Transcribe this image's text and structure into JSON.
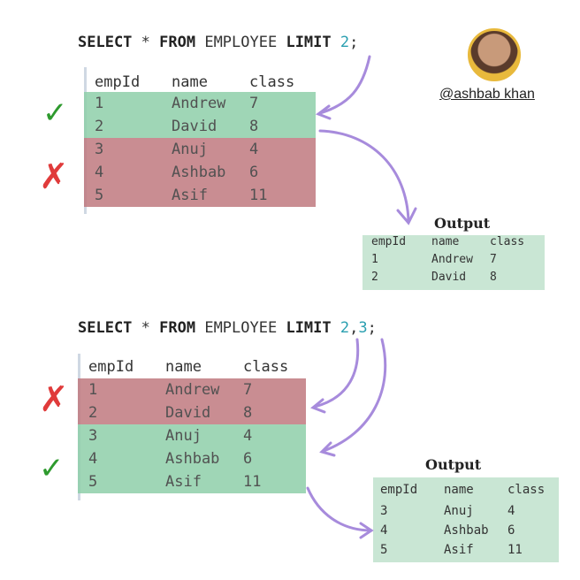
{
  "author": {
    "handle": "@ashbab khan"
  },
  "query1": {
    "select": "SELECT",
    "star": " * ",
    "from": "FROM",
    "table": " EMPLOYEE ",
    "limit": "LIMIT",
    "sp": " ",
    "args": "2",
    "semi": ";"
  },
  "query2": {
    "select": "SELECT",
    "star": " * ",
    "from": "FROM",
    "table": " EMPLOYEE ",
    "limit": "LIMIT",
    "sp": " ",
    "arg1": "2",
    "comma": ",",
    "arg2": "3",
    "semi": ";"
  },
  "columns": [
    "empId",
    "name",
    "class"
  ],
  "rows": [
    [
      "1",
      "Andrew",
      "7"
    ],
    [
      "2",
      "David",
      "8"
    ],
    [
      "3",
      "Anuj",
      "4"
    ],
    [
      "4",
      "Ashbab",
      "6"
    ],
    [
      "5",
      "Asif",
      "11"
    ]
  ],
  "output_title": "Output",
  "output1": {
    "columns": [
      "empId",
      "name",
      "class"
    ],
    "rows": [
      [
        "1",
        "Andrew",
        "7"
      ],
      [
        "2",
        "David",
        "8"
      ]
    ]
  },
  "output2": {
    "columns": [
      "empId",
      "name",
      "class"
    ],
    "rows": [
      [
        "3",
        "Anuj",
        "4"
      ],
      [
        "4",
        "Ashbab",
        "6"
      ],
      [
        "5",
        "Asif",
        "11"
      ]
    ]
  },
  "colors": {
    "kept": "#8fcfaa",
    "skipped": "#c07a80",
    "arrow": "#a78bdc",
    "check": "#2e9a2e",
    "cross": "#e03b3b",
    "keyword_number": "#2a9fb0"
  }
}
